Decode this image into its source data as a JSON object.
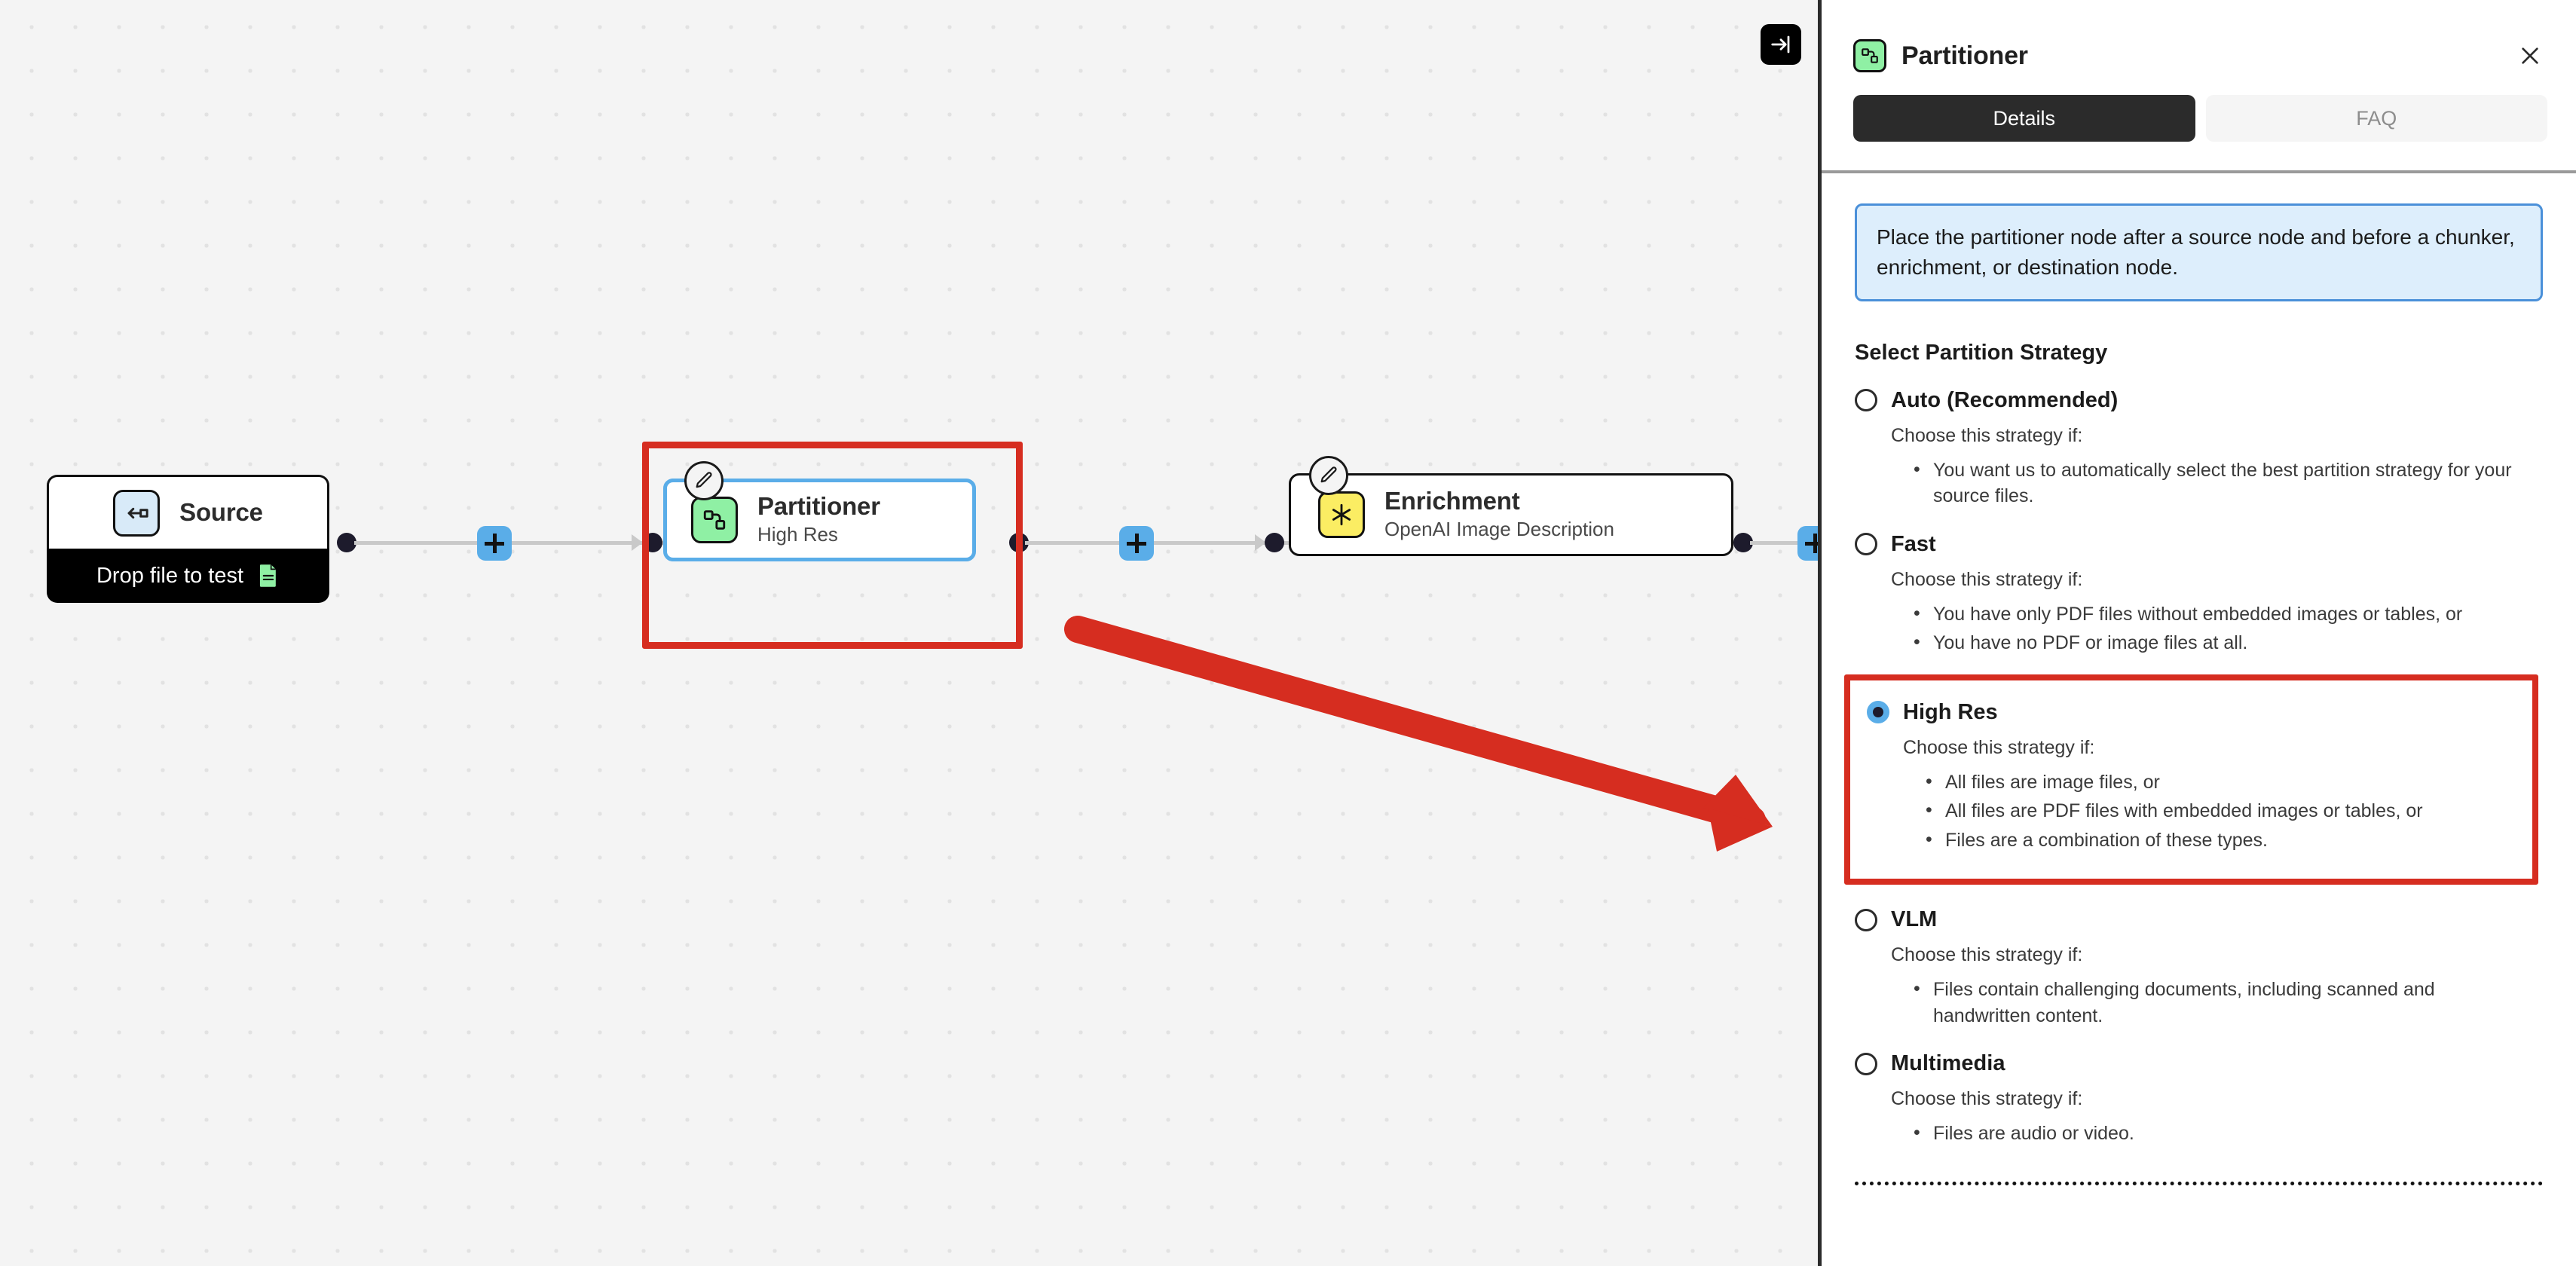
{
  "canvas": {
    "collapse_button_icon": "arrow-to-bar-right-icon",
    "nodes": [
      {
        "id": "source",
        "title": "Source",
        "subtitle": "",
        "icon": "arrow-into-box-icon",
        "footer_label": "Drop file to test",
        "footer_icon": "document-icon"
      },
      {
        "id": "partitioner",
        "title": "Partitioner",
        "subtitle": "High Res",
        "icon": "partitioner-nodes-icon",
        "edit_icon": "pencil-icon"
      },
      {
        "id": "enrichment",
        "title": "Enrichment",
        "subtitle": "OpenAI Image Description",
        "icon": "sparkle-asterisk-icon",
        "edit_icon": "pencil-icon"
      }
    ],
    "add_node_button_label": "+",
    "annotation": {
      "arrow_color": "#d62d20",
      "highlight_color": "#d62d20"
    }
  },
  "panel": {
    "icon": "partitioner-nodes-icon",
    "title": "Partitioner",
    "close_icon": "close-icon",
    "tabs": [
      {
        "label": "Details",
        "active": true
      },
      {
        "label": "FAQ",
        "active": false
      }
    ],
    "info_banner": "Place the partitioner node after a source node and before a chunker, enrichment, or destination node.",
    "section_title": "Select Partition Strategy",
    "choose_prefix": "Choose this strategy if:",
    "strategies": [
      {
        "label": "Auto (Recommended)",
        "selected": false,
        "choose": "Choose this strategy if:",
        "bullets": [
          "You want us to automatically select the best partition strategy for your source files."
        ]
      },
      {
        "label": "Fast",
        "selected": false,
        "choose": "Choose this strategy if:",
        "bullets": [
          "You have only PDF files without embedded images or tables, or",
          "You have no PDF or image files at all."
        ]
      },
      {
        "label": "High Res",
        "selected": true,
        "highlighted": true,
        "choose": "Choose this strategy if:",
        "bullets": [
          "All files are image files, or",
          "All files are PDF files with embedded images or tables, or",
          "Files are a combination of these types."
        ]
      },
      {
        "label": "VLM",
        "selected": false,
        "choose": "Choose this strategy if:",
        "bullets": [
          "Files contain challenging documents, including scanned and handwritten content."
        ]
      },
      {
        "label": "Multimedia",
        "selected": false,
        "choose": "Choose this strategy if:",
        "bullets": [
          "Files are audio or video."
        ]
      }
    ]
  },
  "colors": {
    "accent_blue": "#5aade8",
    "annotation_red": "#d62d20",
    "partitioner_green": "#8ff0a4",
    "enrichment_yellow": "#fbed63",
    "source_blue": "#d8eaf8",
    "canvas_bg": "#f4f4f4"
  }
}
